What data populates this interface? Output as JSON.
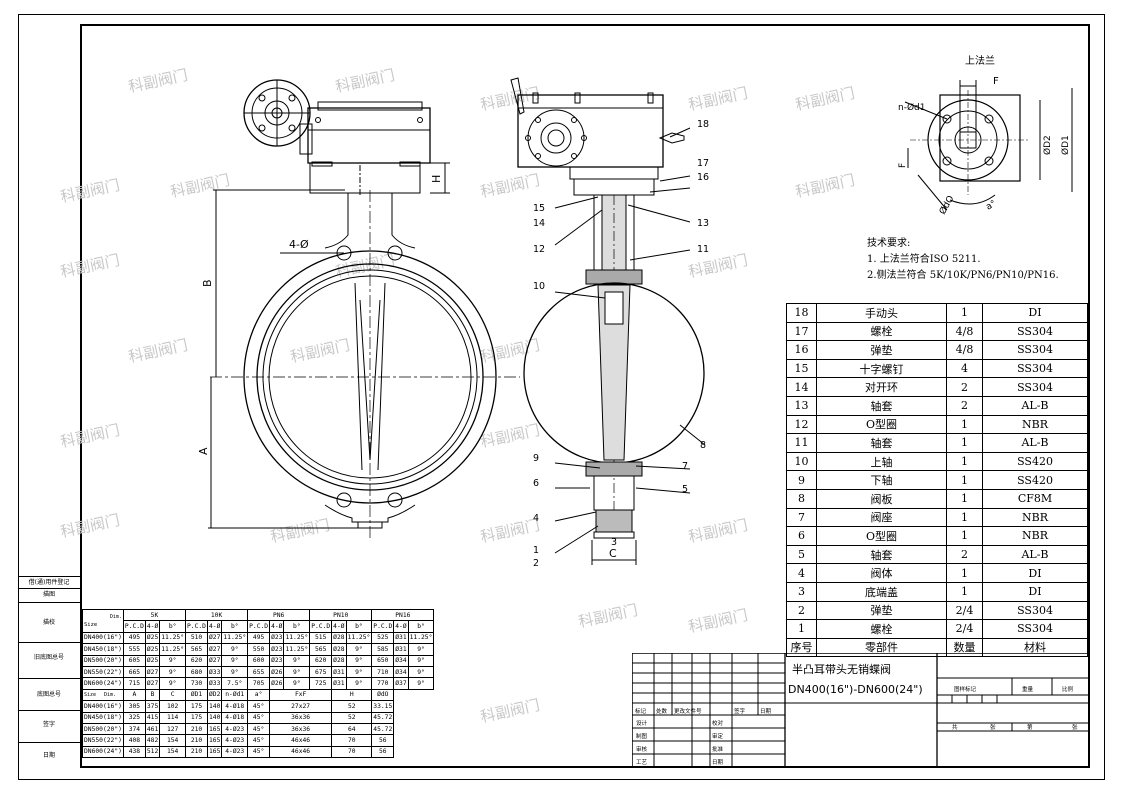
{
  "watermark": "科副阀门",
  "flange": {
    "title": "上法兰",
    "labels": {
      "f": "F",
      "n_hole": "n-Ød1",
      "d2": "ØD2",
      "d1": "ØD1",
      "d0": "ØdO",
      "angle": "a°"
    }
  },
  "tech": {
    "heading": "技术要求:",
    "line1": "1. 上法兰符合ISO 5211.",
    "line2": "2.侧法兰符合 5K/10K/PN6/PN10/PN16."
  },
  "front_view": {
    "hole_label": "4-Ø",
    "dim_b": "B",
    "dim_a": "A",
    "dim_h": "H"
  },
  "side_view": {
    "dim_c": "C",
    "callouts": [
      "18",
      "17",
      "16",
      "15",
      "14",
      "13",
      "12",
      "11",
      "10",
      "9",
      "8",
      "7",
      "6",
      "5",
      "4",
      "3",
      "2",
      "1"
    ]
  },
  "bom": {
    "rows": [
      [
        "18",
        "手动头",
        "1",
        "DI"
      ],
      [
        "17",
        "螺栓",
        "4/8",
        "SS304"
      ],
      [
        "16",
        "弹垫",
        "4/8",
        "SS304"
      ],
      [
        "15",
        "十字螺钉",
        "4",
        "SS304"
      ],
      [
        "14",
        "对开环",
        "2",
        "SS304"
      ],
      [
        "13",
        "轴套",
        "2",
        "AL-B"
      ],
      [
        "12",
        "O型圈",
        "1",
        "NBR"
      ],
      [
        "11",
        "轴套",
        "1",
        "AL-B"
      ],
      [
        "10",
        "上轴",
        "1",
        "SS420"
      ],
      [
        "9",
        "下轴",
        "1",
        "SS420"
      ],
      [
        "8",
        "阀板",
        "1",
        "CF8M"
      ],
      [
        "7",
        "阀座",
        "1",
        "NBR"
      ],
      [
        "6",
        "O型圈",
        "1",
        "NBR"
      ],
      [
        "5",
        "轴套",
        "2",
        "AL-B"
      ],
      [
        "4",
        "阀体",
        "1",
        "DI"
      ],
      [
        "3",
        "底端盖",
        "1",
        "DI"
      ],
      [
        "2",
        "弹垫",
        "2/4",
        "SS304"
      ],
      [
        "1",
        "螺栓",
        "2/4",
        "SS304"
      ]
    ],
    "header": [
      "序号",
      "零部件",
      "数量",
      "材料"
    ]
  },
  "title_block": {
    "name1": "半凸耳带头无销蝶阀",
    "name2": "DN400(16\")-DN600(24\")",
    "rev_headers": [
      "标记",
      "处数",
      "更改文件号",
      "签字",
      "日期"
    ],
    "signers": [
      "设计",
      "制图",
      "审核",
      "工艺"
    ],
    "checks": [
      "校对",
      "审定",
      "批准",
      "日期"
    ],
    "right_headers": [
      "图样标记",
      "重量",
      "比例"
    ],
    "sheet": [
      "共",
      "张",
      "第",
      "张"
    ]
  },
  "side_block": [
    "借(通)用件登记",
    "描图",
    "描校",
    "旧底图总号",
    "底图总号",
    "签字",
    "日期"
  ],
  "flange_table": {
    "corner": "Dim.",
    "corner2": "Size",
    "groups": [
      "5K",
      "10K",
      "PN6",
      "PN10",
      "PN16"
    ],
    "sub": [
      "P.C.D",
      "4-Ø",
      "b°"
    ],
    "rows": [
      [
        "DN400(16\")",
        "495",
        "Ø25",
        "11.25°",
        "510",
        "Ø27",
        "11.25°",
        "495",
        "Ø23",
        "11.25°",
        "515",
        "Ø28",
        "11.25°",
        "525",
        "Ø31",
        "11.25°"
      ],
      [
        "DN450(18\")",
        "555",
        "Ø25",
        "11.25°",
        "565",
        "Ø27",
        "9°",
        "550",
        "Ø23",
        "11.25°",
        "565",
        "Ø28",
        "9°",
        "585",
        "Ø31",
        "9°"
      ],
      [
        "DN500(20\")",
        "605",
        "Ø25",
        "9°",
        "620",
        "Ø27",
        "9°",
        "600",
        "Ø23",
        "9°",
        "620",
        "Ø28",
        "9°",
        "650",
        "Ø34",
        "9°"
      ],
      [
        "DN550(22\")",
        "665",
        "Ø27",
        "9°",
        "680",
        "Ø33",
        "9°",
        "655",
        "Ø26",
        "9°",
        "675",
        "Ø31",
        "9°",
        "710",
        "Ø34",
        "9°"
      ],
      [
        "DN600(24\")",
        "715",
        "Ø27",
        "9°",
        "730",
        "Ø33",
        "7.5°",
        "705",
        "Ø26",
        "9°",
        "725",
        "Ø31",
        "9°",
        "770",
        "Ø37",
        "9°"
      ]
    ]
  },
  "main_table": {
    "headers": [
      "A",
      "B",
      "C",
      "ØD1",
      "ØD2",
      "n-Ød1",
      "a°",
      "FxF",
      "H",
      "ØdO"
    ],
    "rows": [
      [
        "DN400(16\")",
        "305",
        "375",
        "102",
        "175",
        "140",
        "4-Ø18",
        "45°",
        "27x27",
        "52",
        "33.15"
      ],
      [
        "DN450(18\")",
        "325",
        "415",
        "114",
        "175",
        "140",
        "4-Ø18",
        "45°",
        "36x36",
        "52",
        "45.72"
      ],
      [
        "DN500(20\")",
        "374",
        "461",
        "127",
        "210",
        "165",
        "4-Ø23",
        "45°",
        "36x36",
        "64",
        "45.72"
      ],
      [
        "DN550(22\")",
        "408",
        "482",
        "154",
        "210",
        "165",
        "4-Ø23",
        "45°",
        "46x46",
        "70",
        "56"
      ],
      [
        "DN600(24\")",
        "438",
        "512",
        "154",
        "210",
        "165",
        "4-Ø23",
        "45°",
        "46x46",
        "70",
        "56"
      ]
    ]
  }
}
